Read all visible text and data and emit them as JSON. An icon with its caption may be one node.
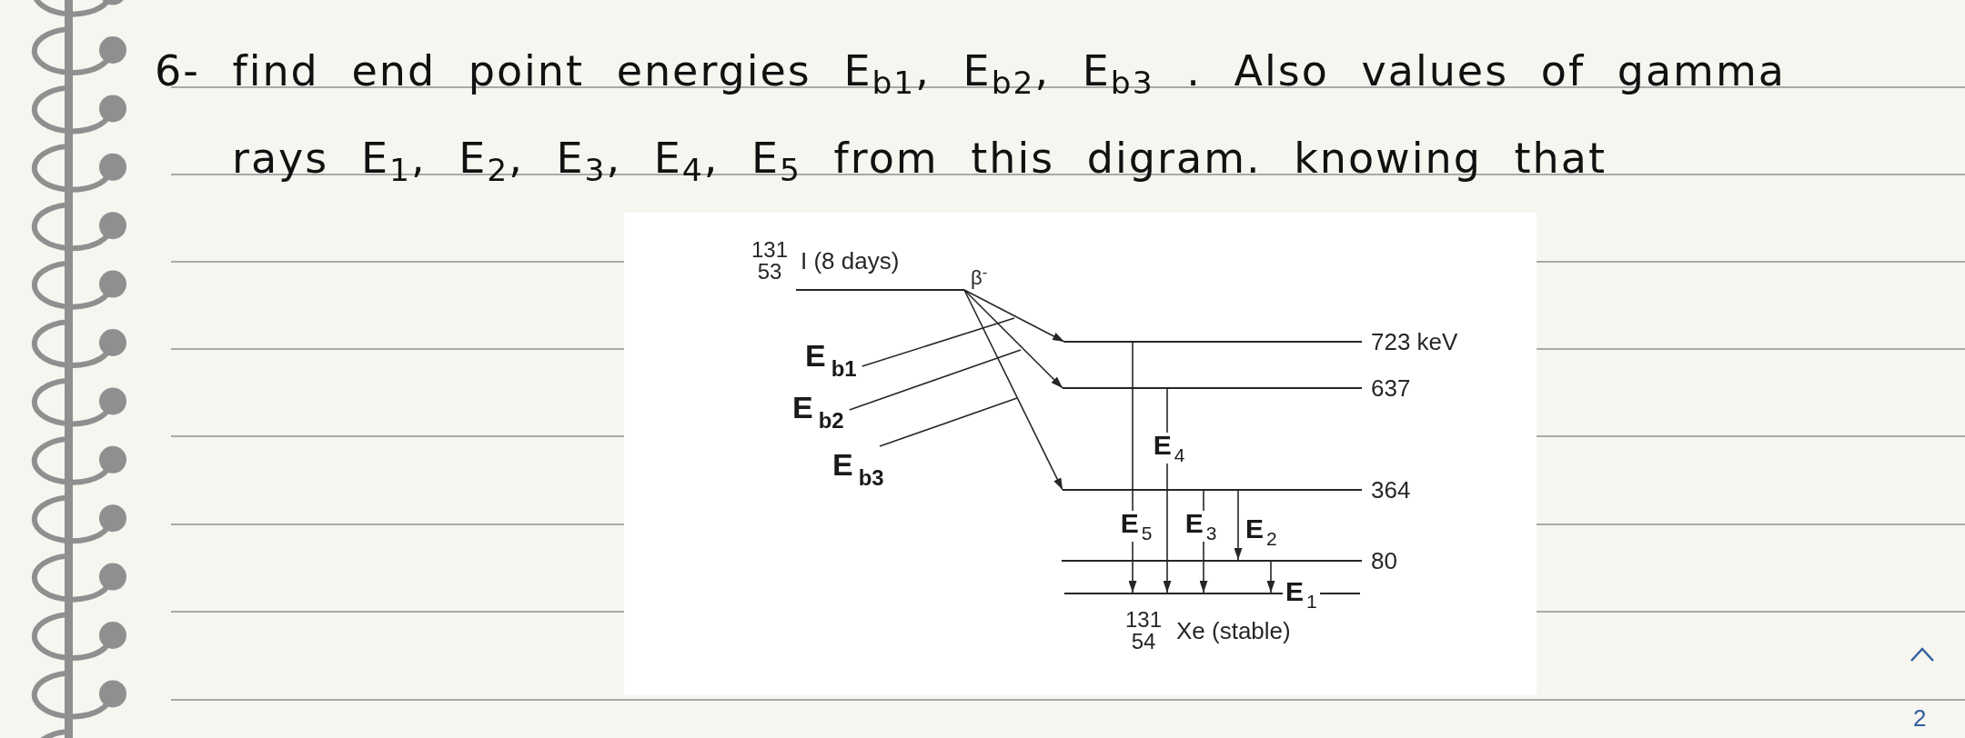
{
  "diagram": {
    "title": "6- find end point energies E$_{b1}$, E$_{b2}$, E$_{b3}$ . Also values of gamma rays E$_{1}$, E$_{2}$, E$_{3}$, E$_{4}$, E$_{5}$ from this digram. knowing that",
    "nodes": [
      {
        "text": [],
        "shape": "line",
        "beside": [
          "$^{131}$$_{53}$I (8 days)"
        ]
      },
      {
        "text": [
          "E$_{b1}$"
        ]
      },
      {
        "text": [
          "E$_{b2}$"
        ]
      },
      {
        "text": [
          "E$_{b3}$"
        ]
      },
      {
        "text": [],
        "shape": "line",
        "beside": [
          "723 keV"
        ]
      },
      {
        "text": [],
        "shape": "line",
        "beside": [
          "637"
        ]
      },
      {
        "text": [],
        "shape": "line",
        "beside": [
          "364"
        ]
      },
      {
        "text": [],
        "shape": "line",
        "beside": [
          "80"
        ]
      },
      {
        "text": [],
        "shape": "line",
        "beside": [
          "$^{131}$$_{54}$Xe (stable)"
        ]
      }
    ],
    "edges": [
      {
        "from": 0,
        "to": 4,
        "arrow": "to"
      },
      {
        "from": 0,
        "to": 5,
        "arrow": "to"
      },
      {
        "from": 0,
        "to": 6,
        "arrow": "to"
      },
      {
        "from": 1,
        "to": null,
        "arrow": "none"
      },
      {
        "from": 2,
        "to": null,
        "arrow": "none"
      },
      {
        "from": 3,
        "to": null,
        "arrow": "none"
      },
      {
        "from": 4,
        "to": 8,
        "arrow": "to",
        "label": "E$_{5}$"
      },
      {
        "from": 5,
        "to": 8,
        "arrow": "to",
        "label": "E$_{4}$"
      },
      {
        "from": 6,
        "to": 8,
        "arrow": "to",
        "label": "E$_{3}$"
      },
      {
        "from": 6,
        "to": 7,
        "arrow": "to",
        "label": "E$_{2}$"
      },
      {
        "from": 7,
        "to": 8,
        "arrow": "to",
        "label": "E$_{1}$"
      }
    ],
    "labels": [
      "β$^{-}$",
      "2"
    ]
  }
}
